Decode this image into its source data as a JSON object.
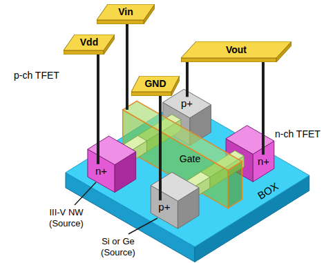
{
  "diagram": {
    "nodes": [
      {
        "text": [
          "Vin"
        ]
      },
      {
        "text": [
          "Vdd"
        ]
      },
      {
        "text": [
          "Vout"
        ]
      },
      {
        "text": [
          "GND"
        ]
      },
      {
        "text": [
          "p+"
        ]
      },
      {
        "text": [
          "Gate"
        ]
      },
      {
        "text": [
          "n+"
        ]
      },
      {
        "text": [
          "n+"
        ]
      },
      {
        "text": [
          "p+"
        ]
      },
      {
        "text": [
          "BOX"
        ]
      }
    ],
    "edges": [
      {
        "from": 0,
        "to": 5,
        "arrow": "none"
      },
      {
        "from": 1,
        "to": 6,
        "arrow": "none"
      },
      {
        "from": 3,
        "to": 8,
        "arrow": "none"
      },
      {
        "from": 2,
        "to": 4,
        "arrow": "none"
      },
      {
        "from": 2,
        "to": 7,
        "arrow": "none"
      }
    ],
    "labels": [
      "p-ch TFET",
      "n-ch TFET",
      "III-V NW (Source)",
      "Si or Ge (Source)"
    ]
  }
}
